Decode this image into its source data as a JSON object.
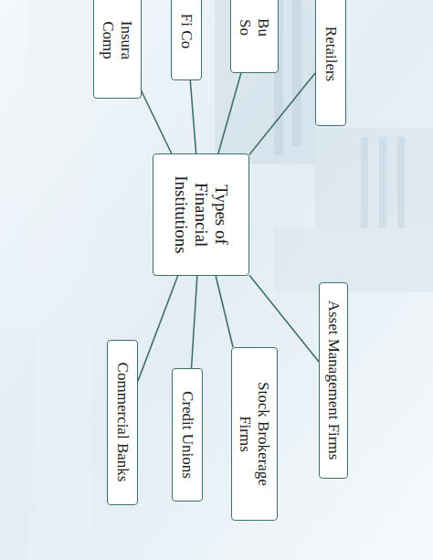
{
  "diagram": {
    "nodes": [
      {
        "text": [
          "Types of Financial Institutions"
        ]
      },
      {
        "text": [
          "Insura Comp"
        ]
      },
      {
        "text": [
          "Fi Co"
        ]
      },
      {
        "text": [
          "Bu So"
        ]
      },
      {
        "text": [
          "Retailers"
        ]
      },
      {
        "text": [
          "Commercial Banks"
        ]
      },
      {
        "text": [
          "Credit Unions"
        ]
      },
      {
        "text": [
          "Stock Brokerage Firms"
        ]
      },
      {
        "text": [
          "Asset Management Firms"
        ]
      }
    ],
    "edges": [
      {
        "from": 0,
        "to": 1,
        "arrow": "none"
      },
      {
        "from": 0,
        "to": 2,
        "arrow": "none"
      },
      {
        "from": 0,
        "to": 3,
        "arrow": "none"
      },
      {
        "from": 0,
        "to": 4,
        "arrow": "none"
      },
      {
        "from": 0,
        "to": 5,
        "arrow": "none"
      },
      {
        "from": 0,
        "to": 6,
        "arrow": "none"
      },
      {
        "from": 0,
        "to": 7,
        "arrow": "none"
      },
      {
        "from": 0,
        "to": 8,
        "arrow": "none"
      }
    ]
  }
}
